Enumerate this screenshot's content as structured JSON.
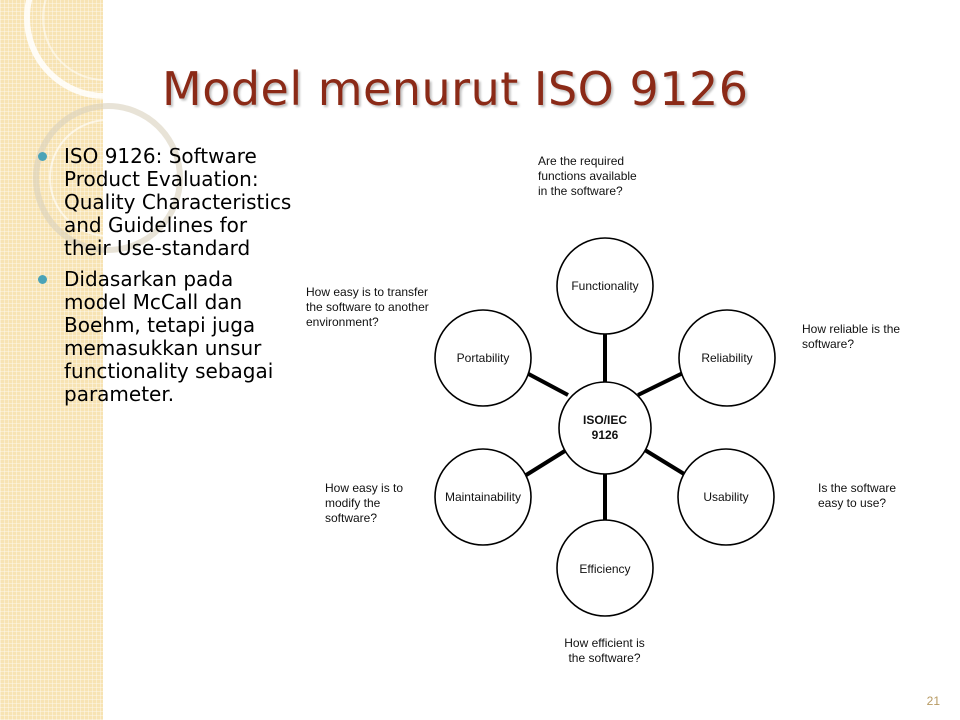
{
  "slide": {
    "title": "Model menurut ISO 9126",
    "page_number": "21"
  },
  "bullets": [
    "ISO 9126: Software Product Evaluation: Quality Characteristics and Guidelines for their Use-standard",
    "Didasarkan pada model McCall dan Boehm, tetapi juga memasukkan unsur functionality sebagai parameter."
  ],
  "diagram": {
    "center": [
      "ISO/IEC",
      "9126"
    ],
    "nodes": {
      "functionality": "Functionality",
      "reliability": "Reliability",
      "usability": "Usability",
      "efficiency": "Efficiency",
      "maintainability": "Maintainability",
      "portability": "Portability"
    },
    "questions": {
      "functionality": "Are the required functions available in the software?",
      "reliability": "How reliable is the software?",
      "usability": "Is the software easy to use?",
      "efficiency": "How efficient is the software?",
      "maintainability": "How easy is to modify the software?",
      "portability": "How easy is to transfer the software to another environment?"
    }
  },
  "colors": {
    "title": "#8b2a17",
    "bullet": "#4aa3b8",
    "band": "#f7e3b3"
  }
}
